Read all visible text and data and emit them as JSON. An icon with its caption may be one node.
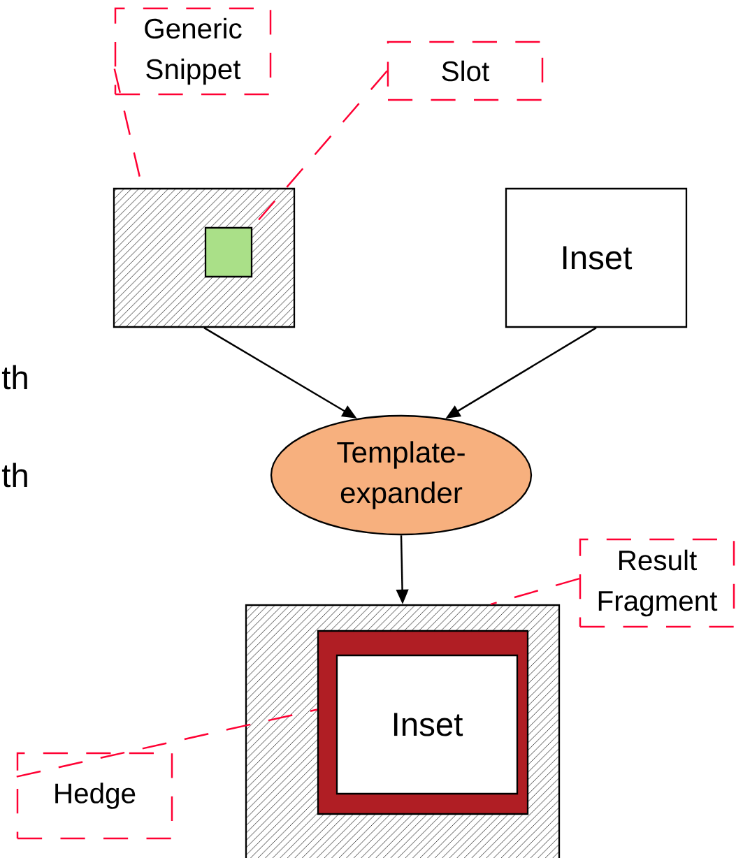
{
  "diagram": {
    "nodes": [
      {
        "text": [
          "Generic Snippet"
        ]
      },
      {
        "text": [
          "Slot"
        ]
      },
      {
        "text": [],
        "shape": "box"
      },
      {
        "text": [],
        "shape": "box",
        "in": 2
      },
      {
        "text": [
          "Inset"
        ]
      },
      {
        "text": [
          "Template-expander"
        ]
      },
      {
        "text": [
          "Result Fragment"
        ]
      },
      {
        "text": [],
        "shape": "box"
      },
      {
        "text": [],
        "shape": "box",
        "in": 7
      },
      {
        "text": [
          "Inset"
        ],
        "in": 8
      },
      {
        "text": [
          "Hedge"
        ]
      }
    ],
    "edges": [
      {
        "from": 2,
        "to": 5,
        "arrow": "to",
        "color": "#000000"
      },
      {
        "from": 4,
        "to": 5,
        "arrow": "to",
        "color": "#000000"
      },
      {
        "from": 5,
        "to": 7,
        "arrow": "to",
        "color": "#000000"
      },
      {
        "from": 0,
        "to": 2,
        "arrow": "none",
        "style": "dashed",
        "color": "#ff0033"
      },
      {
        "from": 1,
        "to": 3,
        "arrow": "none",
        "style": "dashed",
        "color": "#ff0033"
      },
      {
        "from": 6,
        "to": 7,
        "arrow": "none",
        "style": "dashed",
        "color": "#ff0033"
      },
      {
        "from": 10,
        "to": 8,
        "arrow": "none",
        "style": "dashed",
        "color": "#ff0033"
      }
    ],
    "labels": [
      "th",
      "th"
    ]
  }
}
